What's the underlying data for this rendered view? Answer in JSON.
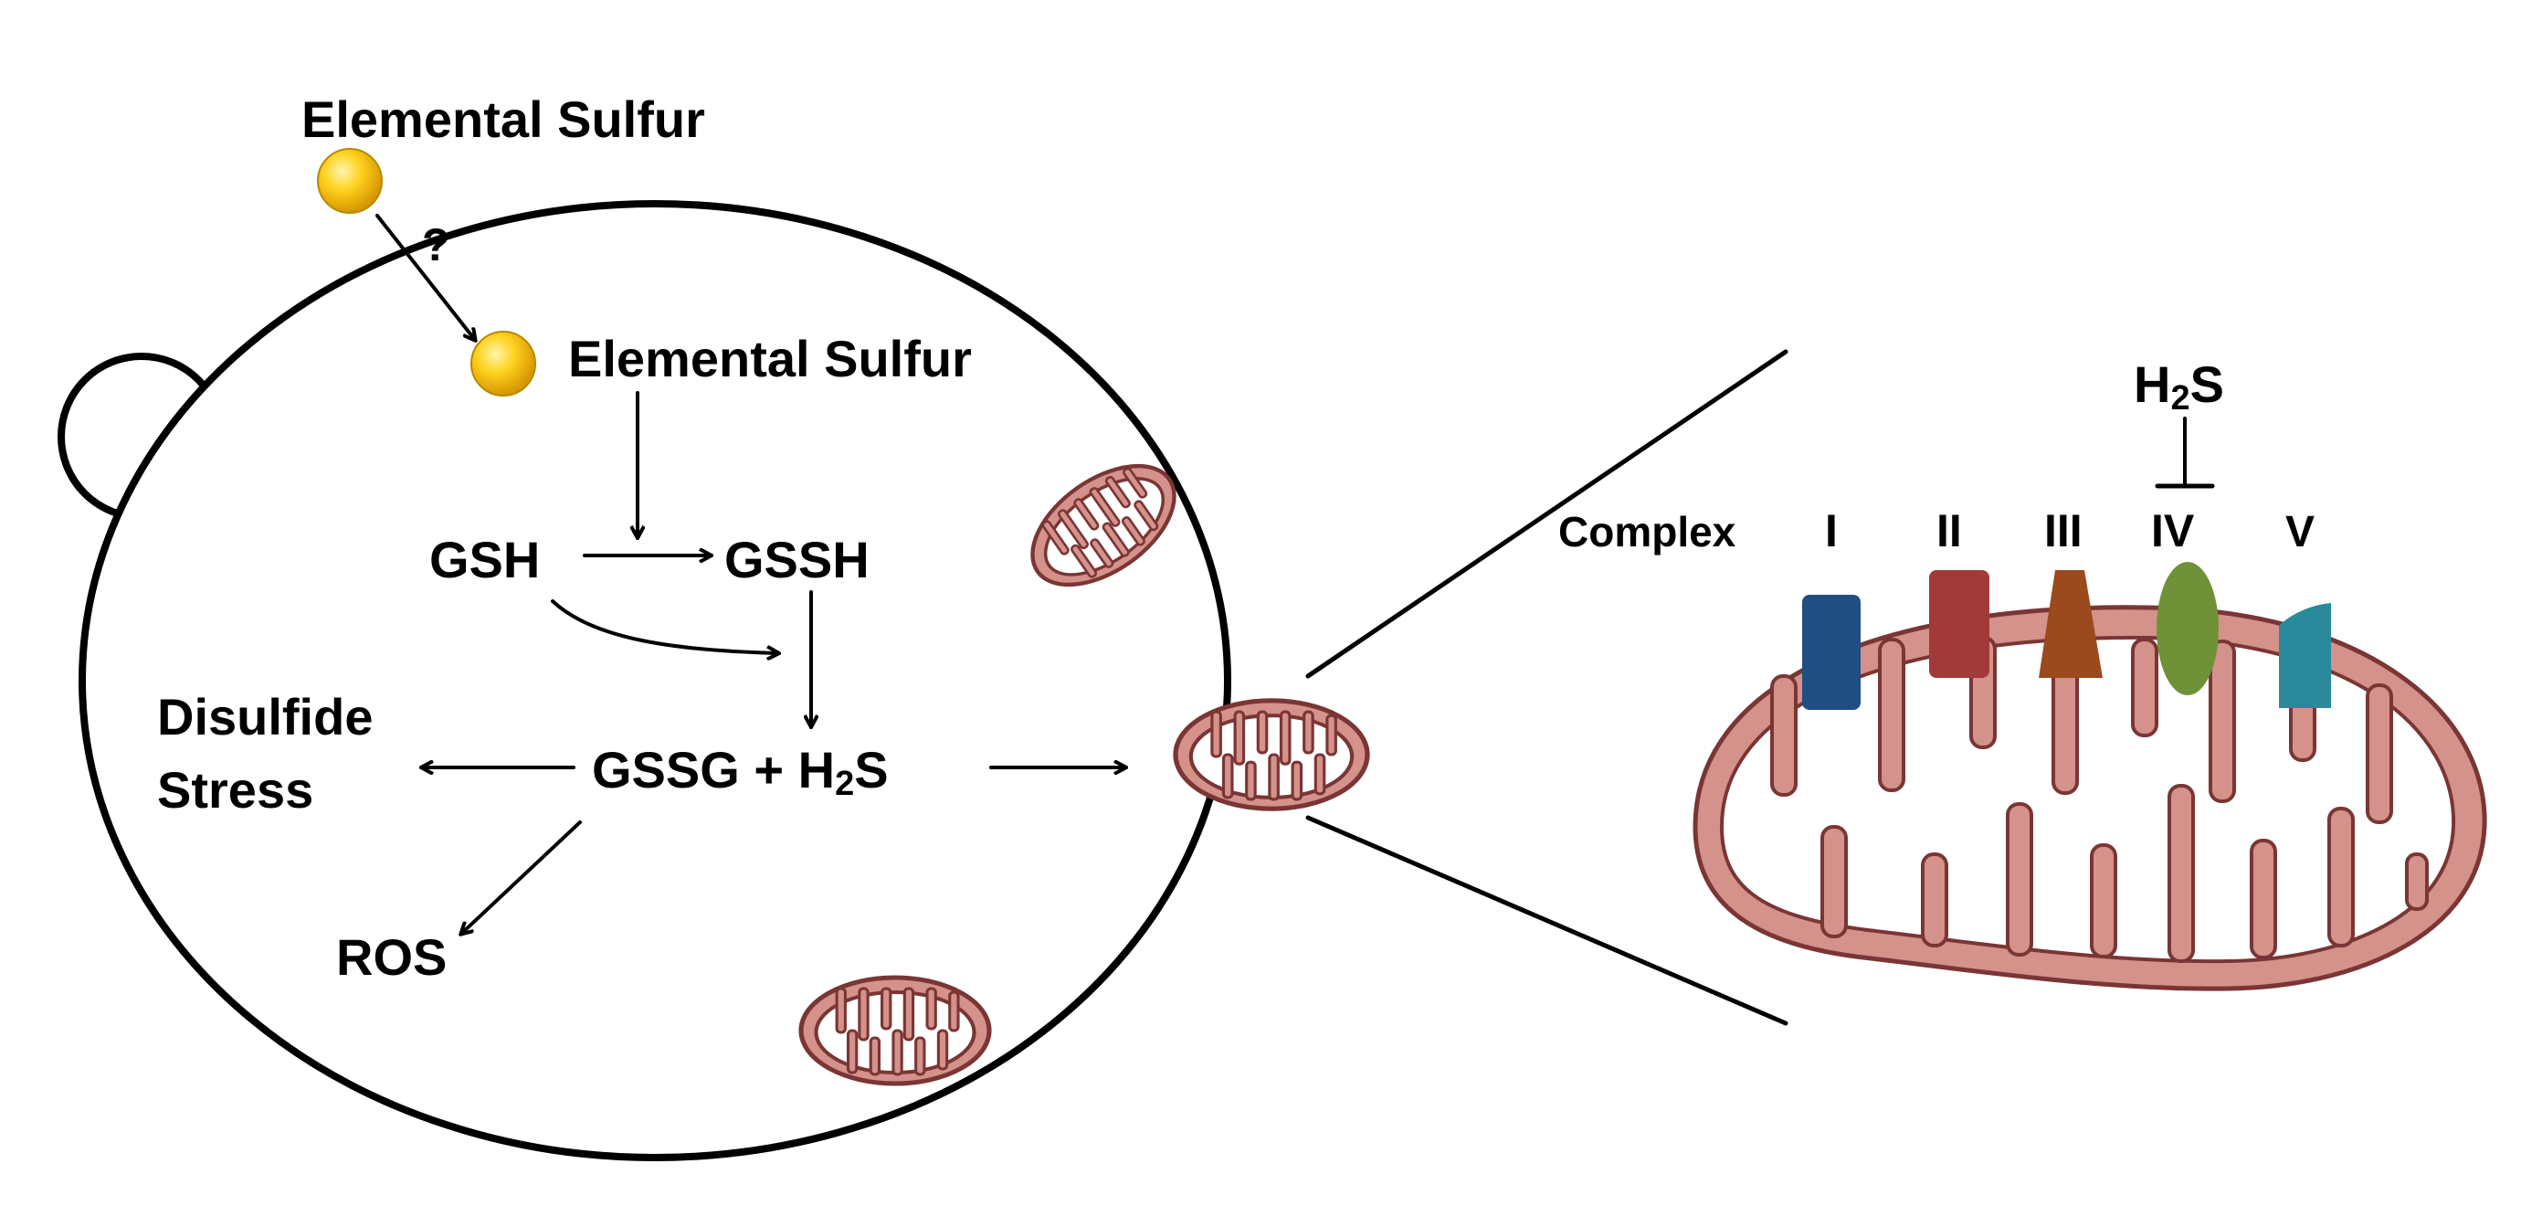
{
  "labels": {
    "elemental_sulfur_outside": "Elemental Sulfur",
    "question_mark": "?",
    "elemental_sulfur_inside": "Elemental Sulfur",
    "gsh": "GSH",
    "gssh": "GSSH",
    "gssg_h2s": "GSSG + H",
    "gssg_h2s_sub": "2",
    "gssg_h2s_tail": "S",
    "disulfide": "Disulfide",
    "stress": "Stress",
    "ros": "ROS",
    "h2s_top": "H",
    "h2s_top_sub": "2",
    "h2s_top_tail": "S",
    "complex": "Complex",
    "complex_I": "I",
    "complex_II": "II",
    "complex_III": "III",
    "complex_IV": "IV",
    "complex_V": "V"
  },
  "colors": {
    "sulfur": "#f2b705",
    "mito_fill": "#d4928a",
    "mito_stroke": "#7a3535",
    "complex_I": "#1f4e82",
    "complex_II": "#a33a3a",
    "complex_III": "#9a4a1c",
    "complex_IV": "#6f9138",
    "complex_V": "#2a8a9c"
  }
}
